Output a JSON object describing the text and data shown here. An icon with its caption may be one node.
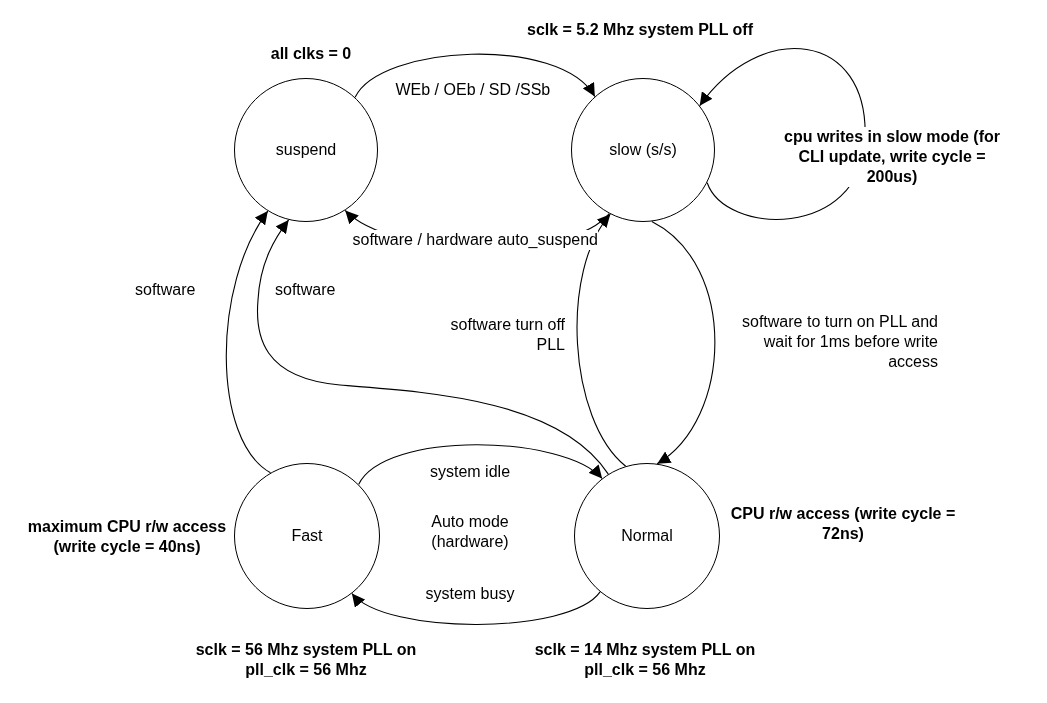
{
  "diagram": {
    "nodes": [
      {
        "text": [
          "suspend"
        ],
        "beside": [
          "all clks = 0"
        ]
      },
      {
        "text": [
          "slow (s/s)"
        ],
        "beside": [
          "sclk = 5.2 Mhz system PLL off"
        ]
      },
      {
        "text": [
          "Fast"
        ],
        "beside": [
          "maximum CPU r/w access (write cycle = 40ns)",
          "sclk = 56 Mhz system PLL on pll_clk = 56 Mhz"
        ]
      },
      {
        "text": [
          "Normal"
        ],
        "beside": [
          "CPU r/w access (write cycle = 72ns)",
          "sclk = 14 Mhz system PLL on pll_clk = 56 Mhz"
        ]
      }
    ],
    "edges": [
      {
        "from": 0,
        "to": 1,
        "arrow": "to",
        "label": "WEb / OEb / SD /SSb"
      },
      {
        "from": 1,
        "to": 0,
        "arrow": "to",
        "label": "software / hardware auto_suspend"
      },
      {
        "from": 1,
        "to": 1,
        "arrow": "to",
        "label": "cpu writes in slow mode (for CLI update, write cycle = 200us)"
      },
      {
        "from": 2,
        "to": 0,
        "arrow": "to",
        "label": "software"
      },
      {
        "from": 3,
        "to": 0,
        "arrow": "to",
        "label": "software"
      },
      {
        "from": 3,
        "to": 1,
        "arrow": "to",
        "label": "software turn off PLL"
      },
      {
        "from": 1,
        "to": 3,
        "arrow": "to",
        "label": "software to turn on PLL and wait for 1ms before write access"
      },
      {
        "from": 2,
        "to": 3,
        "arrow": "to",
        "label": "system idle"
      },
      {
        "from": 3,
        "to": 2,
        "arrow": "to",
        "label": "system busy"
      }
    ],
    "labels": [
      "Auto mode (hardware)"
    ]
  }
}
